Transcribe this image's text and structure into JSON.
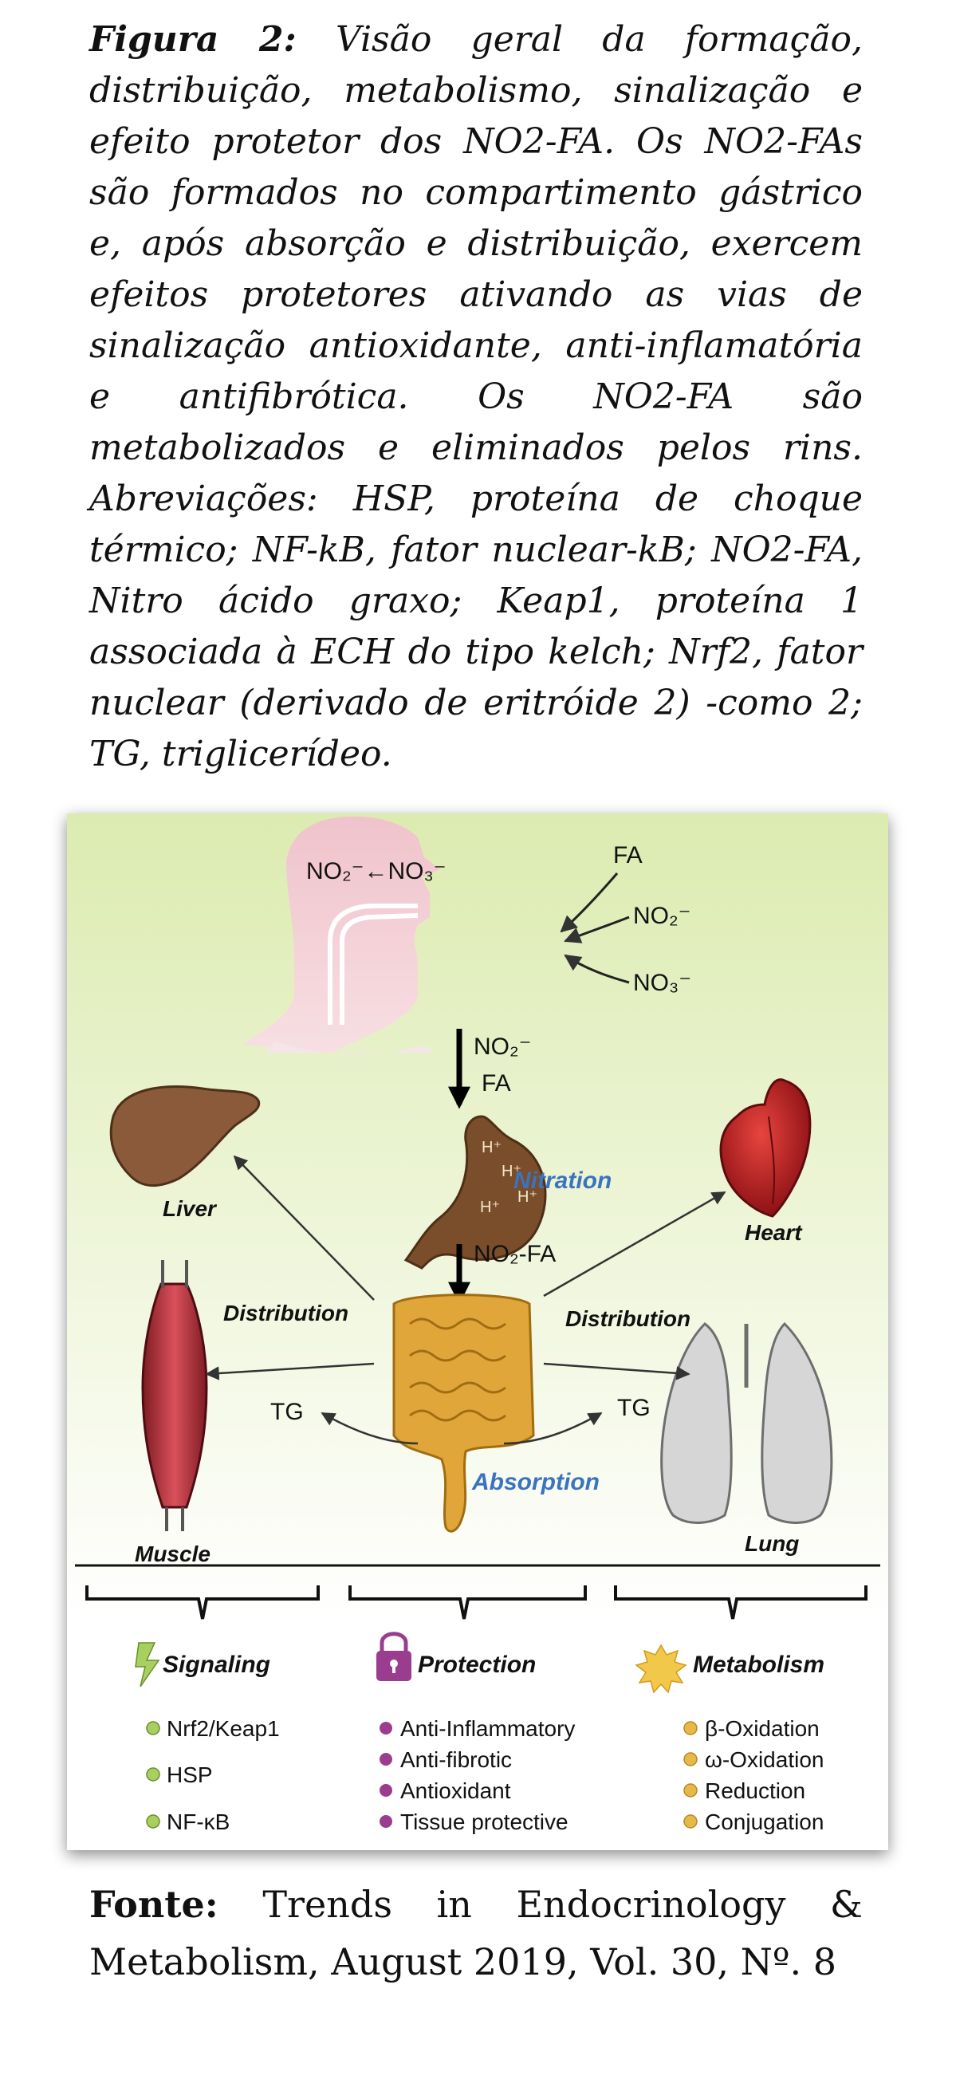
{
  "caption": {
    "label": "Figura 2:",
    "text": "Visão geral da formação, distribuição, metabolismo, sinalização e efeito protetor dos NO2-FA. Os NO2-FAs são formados no compartimento gástrico e, após absorção e distribuição, exercem efeitos protetores ativando as vias de sinalização antioxidante, anti-inflamatória e antifibrótica. Os NO2-FA são metabolizados e eliminados pelos rins. Abreviações: HSP, proteína de choque térmico; NF-kB, fator nuclear-kB; NO2-FA, Nitro ácido graxo; Keap1, proteína 1 associada à ECH do tipo kelch; Nrf2, fator nuclear (derivado de eritróide 2) -como 2; TG, triglicerídeo."
  },
  "diagram": {
    "head_label": "NO₂⁻←NO₃⁻",
    "intake_fa": "FA",
    "intake_no2": "NO₂⁻",
    "intake_no3": "NO₃⁻",
    "esophagus_no2": "NO₂⁻",
    "esophagus_fa": "FA",
    "stomach_h": "H⁺",
    "nitration": "Nitration",
    "no2fa": "NO₂-FA",
    "liver": "Liver",
    "heart": "Heart",
    "muscle": "Muscle",
    "lung": "Lung",
    "distribution_left": "Distribution",
    "distribution_right": "Distribution",
    "tg_left": "TG",
    "tg_right": "TG",
    "absorption": "Absorption",
    "signaling": {
      "title": "Signaling",
      "items": [
        "Nrf2/Keap1",
        "HSP",
        "NF-κB"
      ]
    },
    "protection": {
      "title": "Protection",
      "items": [
        "Anti-Inflammatory",
        "Anti-fibrotic",
        "Antioxidant",
        "Tissue protective"
      ]
    },
    "metabolism": {
      "title": "Metabolism",
      "items": [
        "β-Oxidation",
        "ω-Oxidation",
        "Reduction",
        "Conjugation"
      ]
    },
    "colors": {
      "background_top": "#dcebb0",
      "background_bottom": "#ffffff",
      "label_blue": "#3a73c0",
      "signaling_dot": "#a8d060",
      "protection_dot": "#9b3d8f",
      "metabolism_dot": "#e7b84a",
      "intestine": "#e0a63a",
      "stomach": "#7a4e2a",
      "liver": "#8a5a3a",
      "heart": "#b81e22",
      "muscle": "#b52a35"
    }
  },
  "source": {
    "label": "Fonte:",
    "text": "Trends in Endocrinology & Metabolism, August 2019, Vol. 30, Nº. 8"
  }
}
